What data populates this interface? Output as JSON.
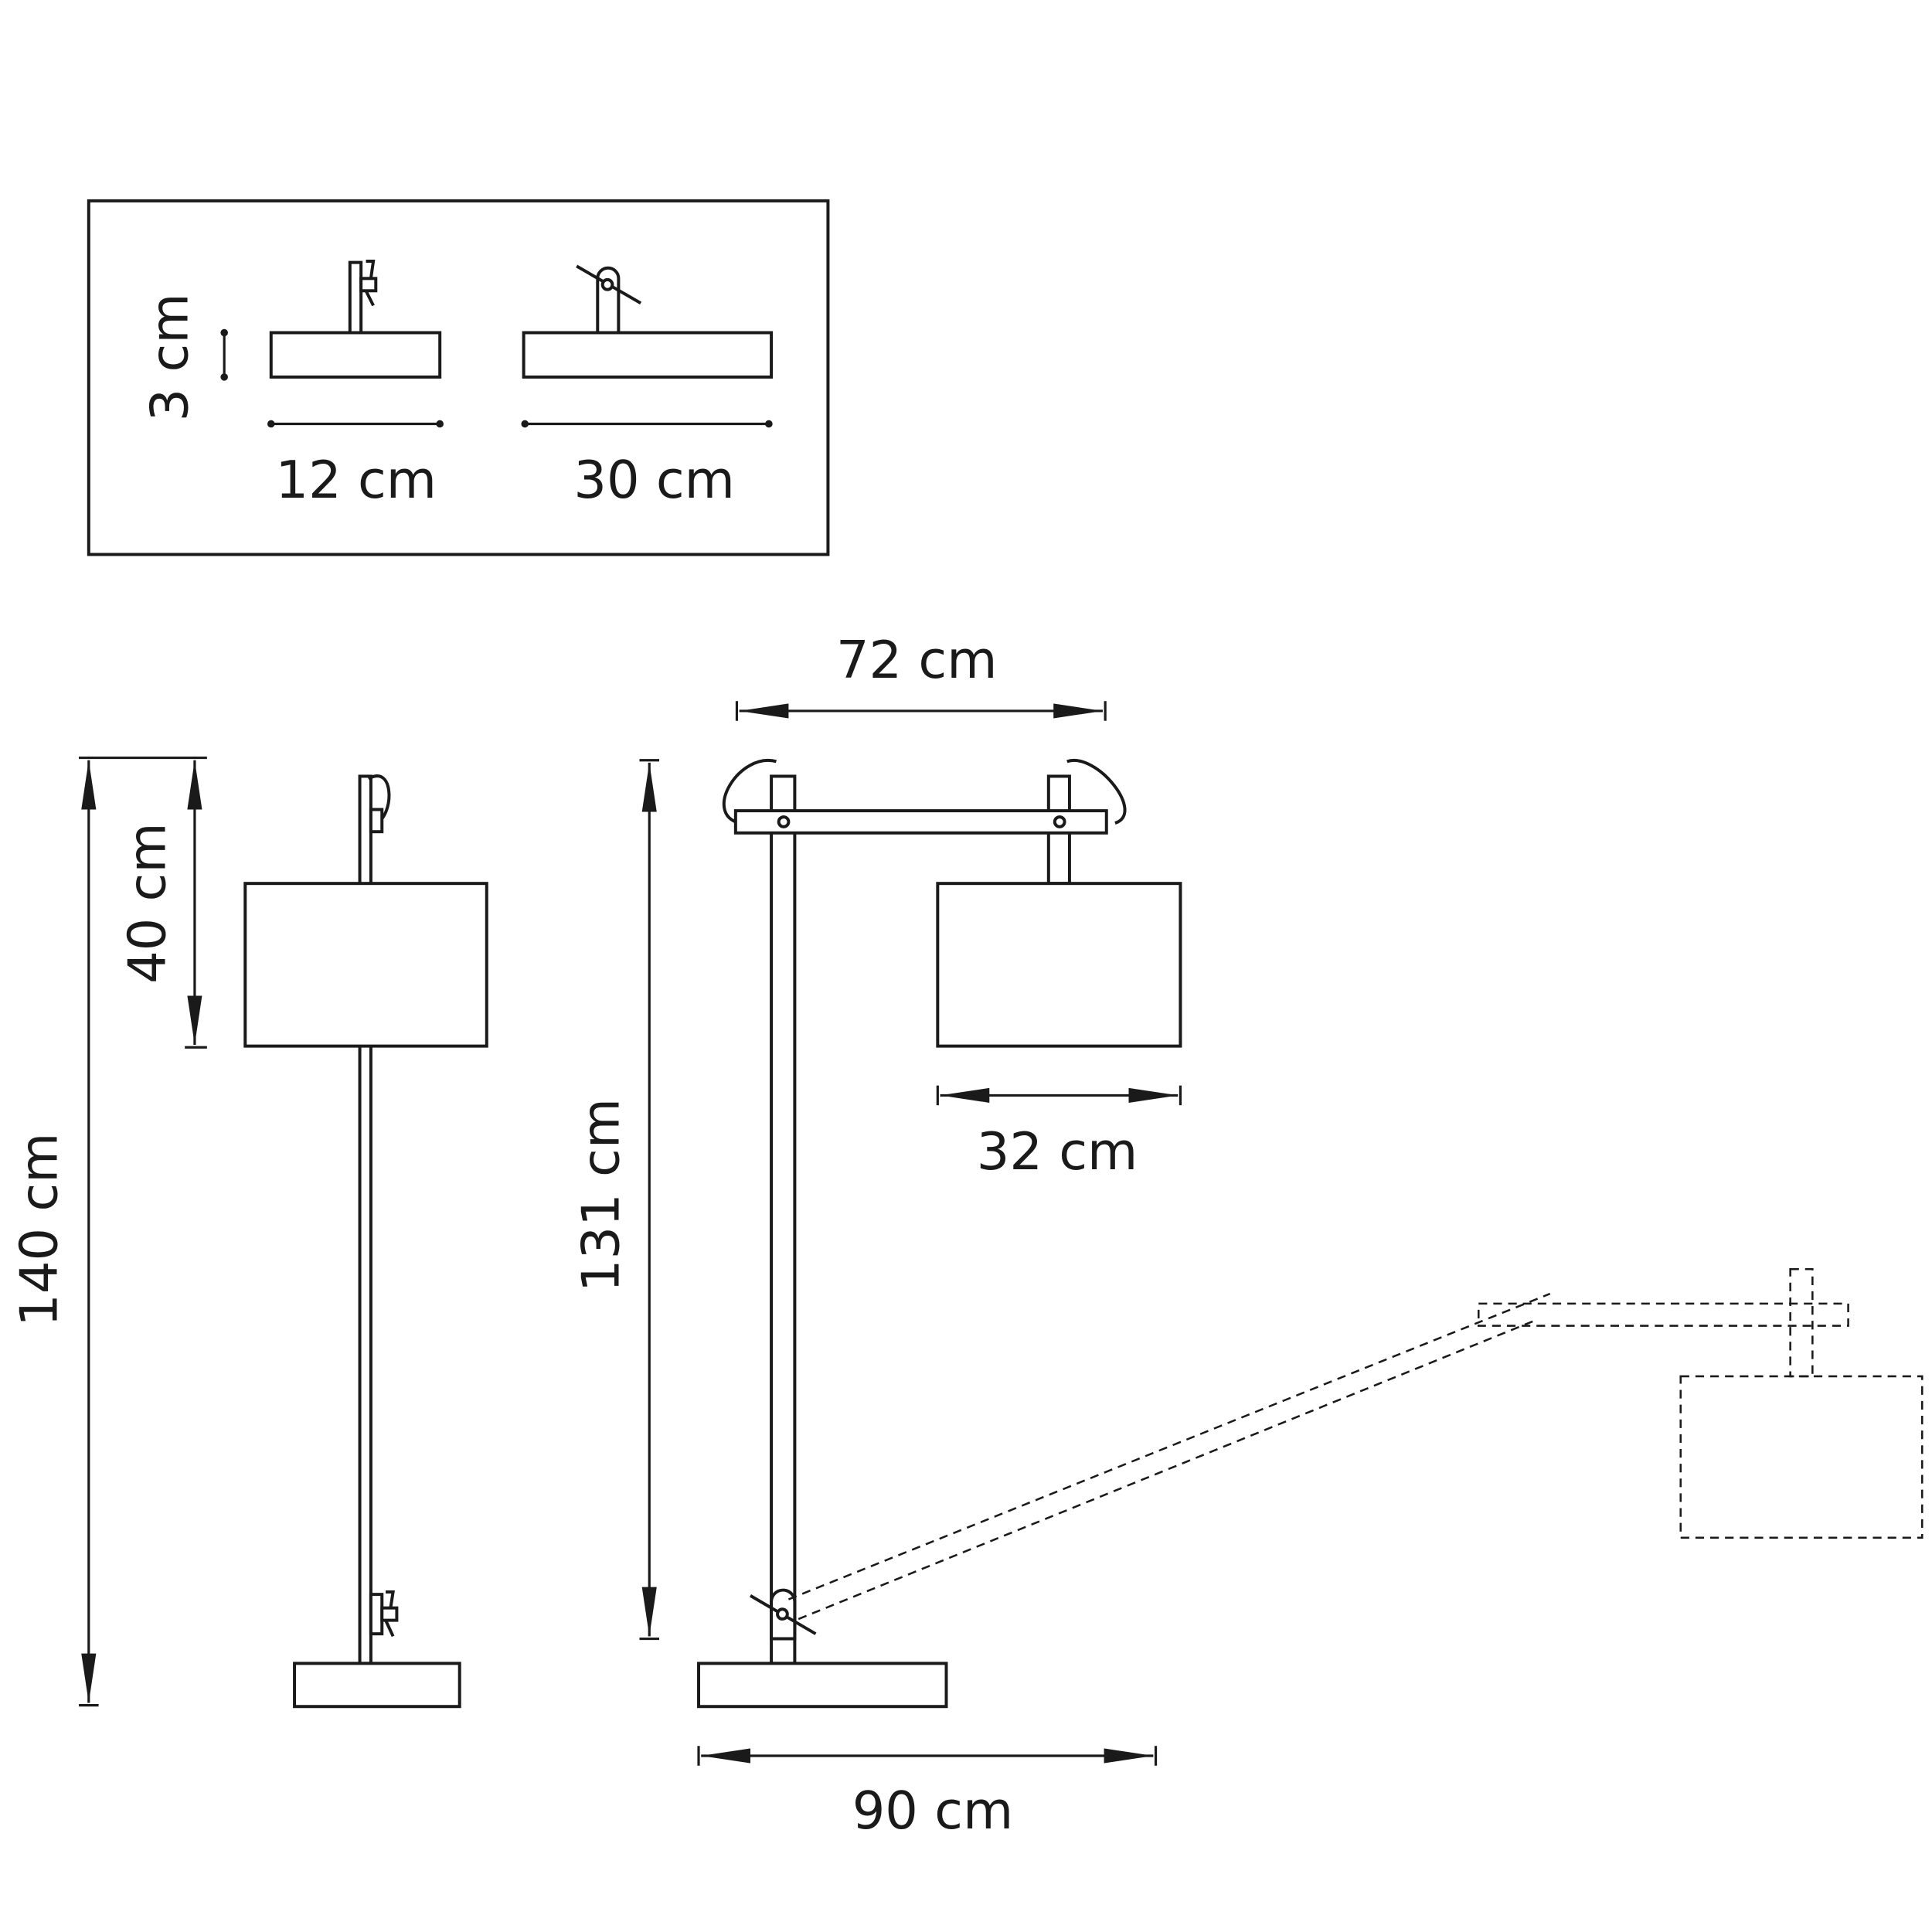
{
  "inset": {
    "height_label": "3 cm",
    "small_base_label": "12 cm",
    "large_base_label": "30 cm"
  },
  "side_view": {
    "total_height_label": "140 cm",
    "shade_height_label": "40 cm"
  },
  "front_view": {
    "arm_width_label": "72 cm",
    "shade_width_label": "32 cm",
    "height_label": "131 cm",
    "reach_label": "90 cm"
  }
}
